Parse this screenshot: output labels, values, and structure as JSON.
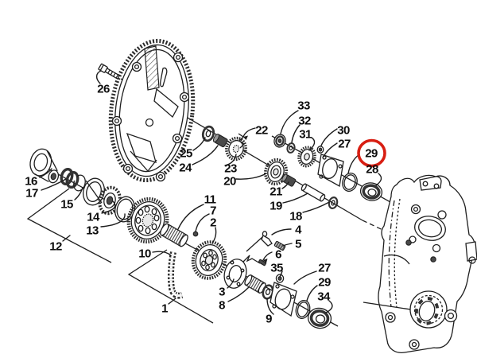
{
  "diagram": {
    "type": "exploded-parts-diagram",
    "subject": "chaincase and drive gear assembly",
    "background_color": "#ffffff",
    "line_color": "#1f1f1f",
    "highlight": {
      "color": "#d81e12",
      "circled_part": "29"
    }
  },
  "callouts": [
    {
      "label": "26"
    },
    {
      "label": "16"
    },
    {
      "label": "17"
    },
    {
      "label": "15"
    },
    {
      "label": "14"
    },
    {
      "label": "13"
    },
    {
      "label": "12"
    },
    {
      "label": "10"
    },
    {
      "label": "1"
    },
    {
      "label": "11"
    },
    {
      "label": "7"
    },
    {
      "label": "2"
    },
    {
      "label": "25"
    },
    {
      "label": "24"
    },
    {
      "label": "23"
    },
    {
      "label": "20"
    },
    {
      "label": "22"
    },
    {
      "label": "33"
    },
    {
      "label": "32"
    },
    {
      "label": "31"
    },
    {
      "label": "30"
    },
    {
      "label": "27"
    },
    {
      "label": "29",
      "circled": true
    },
    {
      "label": "28"
    },
    {
      "label": "21"
    },
    {
      "label": "19"
    },
    {
      "label": "18"
    },
    {
      "label": "4"
    },
    {
      "label": "5"
    },
    {
      "label": "6"
    },
    {
      "label": "35"
    },
    {
      "label": "3"
    },
    {
      "label": "8"
    },
    {
      "label": "9"
    },
    {
      "label": "27"
    },
    {
      "label": "29"
    },
    {
      "label": "34"
    }
  ]
}
